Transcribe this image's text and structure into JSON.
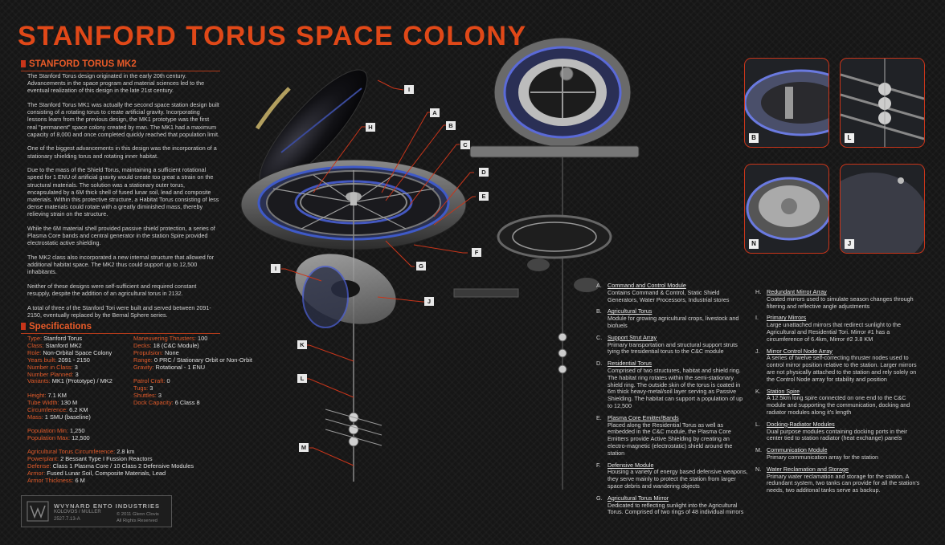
{
  "title": "STANFORD TORUS SPACE COLONY",
  "intro": {
    "heading": "STANFORD TORUS MK2",
    "paragraphs": [
      "The Stanford Torus design originated in the early 20th century. Advancements in the space program and material sciences led to the eventual realization of this design in the late 21st century.",
      "The Stanford Torus MK1 was actually the second space station design built consisting of a rotating torus to create artificial gravity. Incorporating lessons learn from the previous design, the MK1 prototype was the first real \"permanent\" space colony created by man. The MK1 had a maximum capacity of 8,000 and once completed quickly reached that population limit.",
      "One of the biggest advancements in this design was the incorporation of a stationary shielding torus and rotating inner habitat.",
      "Due to the mass of the Shield Torus, maintaining a sufficient rotational speed for 1 ENU of artificial gravity would create too great a strain on the structural materials. The solution was a stationary outer torus, encapsulated by a 6M thick shell of fused lunar soil, lead and composite materials. Within this protective structure, a Habitat Torus consisting of less dense materials could rotate with a greatly diminished mass, thereby relieving strain on the structure.",
      "While the 6M material shell provided passive shield protection, a series of Plasma Core bands and central generator in the station Spire provided electrostatic active shielding.",
      "The MK2 class also incorporated a new internal structure that allowed for additional habitat space. The MK2 thus could support up to 12,500 inhabitants.",
      "Neither of these designs were self-sufficient and required constant resupply, despite the addition of an agricultural torus in 2132.",
      "A total of three of the Stanford Tori were built and served between 2091-2150, eventually replaced by the Bernal Sphere series."
    ]
  },
  "specs": {
    "heading": "Specifications",
    "col1": [
      {
        "k": "Type:",
        "v": "Stanford Torus"
      },
      {
        "k": "Class:",
        "v": "Stanford MK2"
      },
      {
        "k": "Role:",
        "v": "Non-Orbital Space Colony"
      },
      {
        "k": "Years built:",
        "v": "2091 - 2150"
      },
      {
        "k": "Number in Class:",
        "v": "3"
      },
      {
        "k": "Number Planned:",
        "v": "3"
      },
      {
        "k": "Variants:",
        "v": "MK1 (Prototype) / MK2"
      },
      {
        "k": "",
        "v": ""
      },
      {
        "k": "Height:",
        "v": "7.1 KM"
      },
      {
        "k": "Tube Width:",
        "v": "130 M"
      },
      {
        "k": "Circumference:",
        "v": "6.2 KM"
      },
      {
        "k": "Mass:",
        "v": "1 SMU (baseline)"
      },
      {
        "k": "",
        "v": ""
      },
      {
        "k": "Population Min:",
        "v": "1,250"
      },
      {
        "k": "Population Max:",
        "v": "12,500"
      },
      {
        "k": "",
        "v": ""
      },
      {
        "k": "Agricultural Torus Circumference:",
        "v": "2.8 km"
      },
      {
        "k": "Powerplant:",
        "v": "2 Bessant Type I Fussion Reactors"
      },
      {
        "k": "Defense:",
        "v": "Class 1 Plasma Core / 10 Class 2 Defensive Modules"
      },
      {
        "k": "Armor:",
        "v": "Fused Lunar Soil, Composite Materials, Lead"
      },
      {
        "k": "Armor Thickness:",
        "v": "6 M"
      }
    ],
    "col2": [
      {
        "k": "Maneuvering Thrusters:",
        "v": "100"
      },
      {
        "k": "Decks:",
        "v": "18 (C&C Module)"
      },
      {
        "k": "Propulsion:",
        "v": "None"
      },
      {
        "k": "Range:",
        "v": "0 PRC / Stationary Orbit or Non-Orbit"
      },
      {
        "k": "Gravity:",
        "v": "Rotational - 1 ENU"
      },
      {
        "k": "",
        "v": ""
      },
      {
        "k": "Patrol Craft:",
        "v": "0"
      },
      {
        "k": "Tugs:",
        "v": "3"
      },
      {
        "k": "Shuttles:",
        "v": "3"
      },
      {
        "k": "Dock Capacity:",
        "v": "6 Class 8"
      }
    ]
  },
  "legend_left": [
    {
      "letter": "A.",
      "name": "Command and Control Module",
      "desc": "Contains Command & Control, Static Shield Generators, Water Processors, Industrial stores"
    },
    {
      "letter": "B.",
      "name": "Agricultural Torus",
      "desc": "Module for growing agricultural crops, livestock and biofuels"
    },
    {
      "letter": "C.",
      "name": "Support Strut Array",
      "desc": "Primary transportation and structural support struts tying the tresidential torus to the C&C module"
    },
    {
      "letter": "D.",
      "name": "Residential Torus",
      "desc": "Comprised of two structures, habitat and shield ring. The habitat ring rotates within the semi-stationary shield ring. The outside skin of the torus is coated in 6m thick heavy-metal/soil layer serving as Passive Shielding. The habitat can support a population of up to 12,500"
    },
    {
      "letter": "E.",
      "name": "Plasma Core Emitter/Bands",
      "desc": "Placed along the Residential Torus as well as embedded in the C&C module, the Plasma Core Emitters provide Active Shielding by creating an electro-magnetic (electrostatic) shield around the station"
    },
    {
      "letter": "F.",
      "name": "Defensive Module",
      "desc": "Housing a variety of energy based defensive weapons, they serve mainly to protect the station from larger space debris and wandering objects"
    },
    {
      "letter": "G.",
      "name": "Agricultural Torus Mirror",
      "desc": "Dedicated to reflecting sunlight into the Agricultural Torus. Comprised of two rings of 48 individual mirrors"
    }
  ],
  "legend_right": [
    {
      "letter": "H.",
      "name": "Redundant Mirror Array",
      "desc": "Coated mirrors used to simulate season changes through filtering and reflective angle adjustments"
    },
    {
      "letter": "I.",
      "name": "Primary Mirrors",
      "desc": "Large unattached mirrors that redirect sunlight to the Agricultural and Residential Tori. Mirror #1 has a circumference of 6.4km, Mirror #2 3.8 KM"
    },
    {
      "letter": "J.",
      "name": "Mirror Control Node Array",
      "desc": "A series of twelve self-correcting thruster nodes used to control mirror position relative to the station. Larger mirrors are not physically attached to the station and rely solely on the Control Node array for stability and position"
    },
    {
      "letter": "K.",
      "name": "Station Spire",
      "desc": "A 12.5km long spire connected on one end to the C&C module and supporting the communication, docking and radiator modules along it's length"
    },
    {
      "letter": "L.",
      "name": "Docking-Radiator Modules",
      "desc": "Dual purpose modules containing docking ports in their center tied to station radiator (heat exchange) panels"
    },
    {
      "letter": "M.",
      "name": "Communication Module",
      "desc": "Primary communication array for the station"
    },
    {
      "letter": "N.",
      "name": "Water Reclamation and Storage",
      "desc": "Primary water reclamation and storage for the station. A redundant system, two tanks can provide for all the station's needs, two additonal tanks serve as backup."
    }
  ],
  "callouts": [
    "I",
    "H",
    "A",
    "B",
    "C",
    "D",
    "E",
    "F",
    "G",
    "I",
    "J",
    "K",
    "L",
    "M"
  ],
  "thumbs": [
    "B",
    "L",
    "N",
    "J"
  ],
  "logo": {
    "name": "WVYNARD ENTO INDUSTRIES",
    "sub": "KOLOVOS / MULLER",
    "code": "2527.7.13-A"
  },
  "copyright": [
    "© 2011 Glenn Clovis",
    "All Rights Reserved"
  ]
}
